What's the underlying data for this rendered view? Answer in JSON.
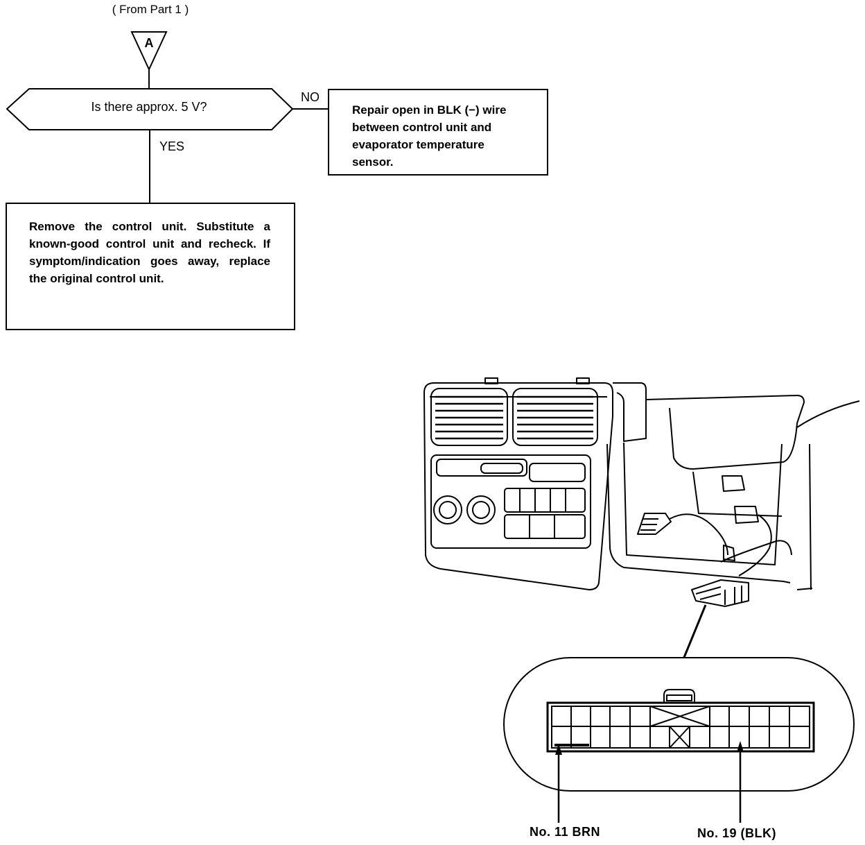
{
  "flow": {
    "from_label": "( From Part 1 )",
    "connector_letter": "A",
    "question": "Is there approx. 5 V?",
    "no_label": "NO",
    "yes_label": "YES",
    "no_box": "Repair open in BLK (−) wire between control unit and evaporator temperature sensor.",
    "yes_box": "Remove the control unit. Substitute a known-good control unit and recheck. If symptom/indication goes away, replace the original control unit."
  },
  "connector": {
    "pin_left_label": "No. 11 BRN",
    "pin_right_label": "No. 19 (BLK)"
  }
}
